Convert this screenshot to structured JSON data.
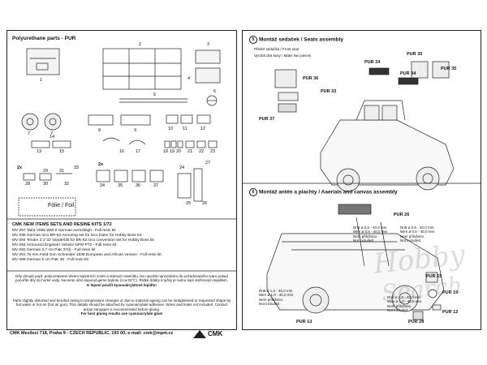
{
  "left_panel": {
    "title": "Polyurethane parts - PUR",
    "part_numbers": {
      "n1": "1",
      "n2": "2",
      "n3": "3",
      "n4": "4",
      "n5": "5",
      "n6": "6",
      "n7a": "7",
      "n7b": "7",
      "n8": "8",
      "n9": "9",
      "n10": "10",
      "n11": "11",
      "n12": "12",
      "n13": "13",
      "n14": "14",
      "n15": "15",
      "n16": "16",
      "n17": "17",
      "n18": "18",
      "n19": "19",
      "n20": "20",
      "n21": "21",
      "n22": "22",
      "n23": "23",
      "n24": "24",
      "n25": "25",
      "n26": "26",
      "n27": "27",
      "n28": "28",
      "n29": "29",
      "n30": "30",
      "n31": "31",
      "n32": "32",
      "n33": "33",
      "n34": "34",
      "n35": "35",
      "n36": "36",
      "n37": "37"
    },
    "qty_a": "2x",
    "qty_b": "2x",
    "foil_label": "Fólie / Foil",
    "kits_title": "CMK NEW ITEMS SETS AND RESINE KITS 1/72",
    "kits": [
      "MV 097 Tatra V855 WW II German Aerosleigh - Full resin kit",
      "MV 095 German loco  BR-52 Armoring set for loco boiler for Hobby Boss kit",
      "MV 094 Tender 2´2´32 Vanderbilt for BR-52 loco conversion set for Hobby Boss kit",
      "MV 093 Armoured Engineer Vehicle GPM PT2 - Full resin kit",
      "MV 092 German 3,7 cm PaK 37(t) - Full resin kit",
      "MV 091 75 mm Field Gun Schneider 1938 European and African version - Full resin kit",
      "MV 089 German 5 cm PaK 38 - Full resin kit"
    ],
    "notice_cz": "Díly ohnuté popř. poloroztavené vlivem teplotních změn a stárnutí materiálu, lze navrátit narovnáním do požadovaného tvaru pokud ponoříte díly do horké vody. Na tento účel doporučujeme teplotu (cca 60°C). Řídké drátky a tyčky je nutno lepit vteřinovým lepidlem.",
    "notice_cz_2": "K lepení použít kyanoakrylátové lepidlo!",
    "notice_en": "Parts slightly distorted and bended owing to temperature changes or due to material ageing can be straightened to requested shape by hot water or hot air (hot air gun). Thin details should be attached by cyanoacrylate adhesive. Wires and holes not included. Contact areas sanpaper is recommended before gluing.",
    "notice_en_2": "For best gluing results use cyanoacrylate glue!"
  },
  "footer": {
    "address": "CMK  Mezilesí  718, Praha 9 -  CZECH REPUBLIC, 193 00, e-mail: cmk@mpm.cz",
    "logo_text": "CMK"
  },
  "right_panel": {
    "step5_num": "5",
    "step5_title": "Montáž sedaček / Seats assembly",
    "front_seat_cz": "Přední sedačka / Front seat",
    "front_seat_sub": "Vyrobit dva kusy / Make two pieces",
    "labels": {
      "pur34a": "PUR 34",
      "pur35a": "PUR 35",
      "pur35b": "PUR 35",
      "pur34b": "PUR 34",
      "pur36": "PUR 36",
      "pur33": "PUR 33",
      "pur37": "PUR 37",
      "pur26": "PUR 26",
      "pur15": "PUR 15",
      "pur19": "PUR 19",
      "pur12": "PUR 12",
      "pur13": "PUR 13",
      "pur28": "PUR 28"
    },
    "step6_num": "6",
    "step6_title": "Montáž antén a plachty / Aaerials and canvas assembly",
    "notes": {
      "dims_a": "Drát ø 0,5 - 40,0 mm",
      "dims_a2": "Wire ø 0,5 - 40,0 mm",
      "nfb_a": "Není přiloženo",
      "nfb_a2": "Not included",
      "dims_b": "Drát ø 0,5 - 40,0 mm",
      "dims_b2": "Wire ø 0,5 - 40,0 mm",
      "nfb_b": "Není přiloženo",
      "nfb_b2": "Not included",
      "dims_c": "Drát ø 1,0 - 40,0 mm",
      "dims_c2": "Wire ø 1,0 - 40,0 mm",
      "nfb_c": "Není přiloženo",
      "nfb_c2": "Not included",
      "dims_d": "Drát ø 1,0 - 40,0 mm",
      "dims_d2": "Wire ø 1,0 - 40,0 mm",
      "nfb_d": "Není přiloženo",
      "nfb_d2": "Not included"
    }
  },
  "watermark": {
    "line1": "Hobby",
    "line2": "Search"
  }
}
